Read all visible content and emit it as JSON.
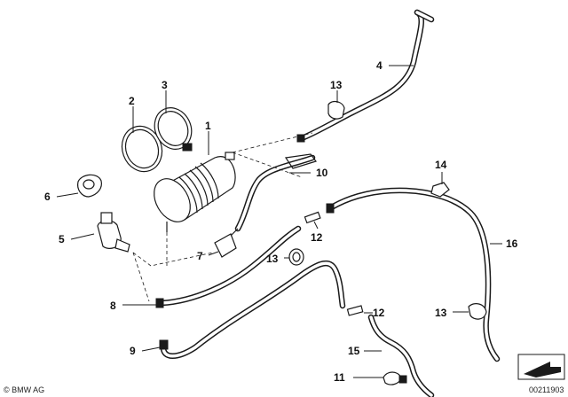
{
  "callouts": {
    "c1": "1",
    "c2": "2",
    "c3": "3",
    "c4": "4",
    "c5": "5",
    "c6": "6",
    "c7": "7",
    "c8": "8",
    "c9": "9",
    "c10": "10",
    "c11": "11",
    "c12a": "12",
    "c12b": "12",
    "c13a": "13",
    "c13b": "13",
    "c13c": "13",
    "c14": "14",
    "c15": "15",
    "c16": "16"
  },
  "footer": {
    "copyright": "© BMW AG",
    "drawing_number": "00211903"
  },
  "colors": {
    "line": "#1a1a1a",
    "background": "#ffffff"
  },
  "icons": {
    "corner_icon": "arrow-sheet-icon"
  }
}
